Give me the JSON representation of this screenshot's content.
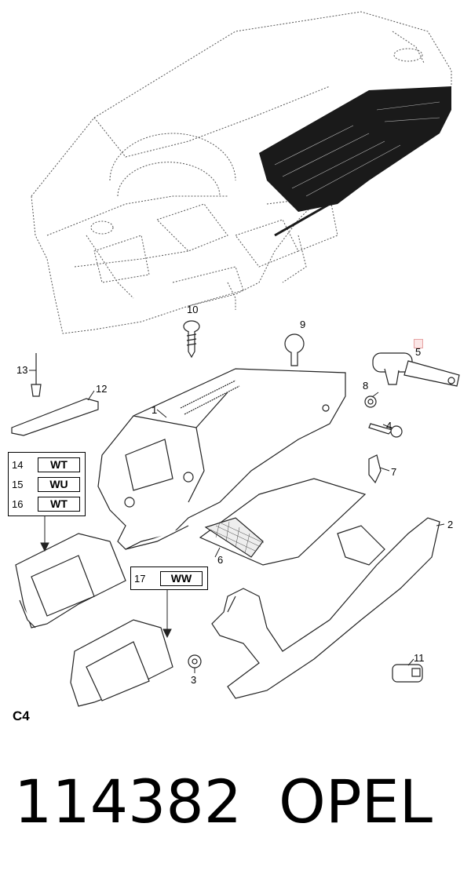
{
  "callouts": {
    "c1": "1",
    "c2": "2",
    "c3": "3",
    "c4": "4",
    "c5": "5",
    "c6": "6",
    "c7": "7",
    "c8": "8",
    "c9": "9",
    "c10": "10",
    "c11": "11",
    "c12": "12",
    "c13": "13"
  },
  "code_table_a": [
    {
      "num": "14",
      "code": "WT"
    },
    {
      "num": "15",
      "code": "WU"
    },
    {
      "num": "16",
      "code": "WT"
    }
  ],
  "code_table_b": [
    {
      "num": "17",
      "code": "WW"
    }
  ],
  "section_label": "C4",
  "footer": {
    "part_number": "114382",
    "brand": "OPEL"
  }
}
